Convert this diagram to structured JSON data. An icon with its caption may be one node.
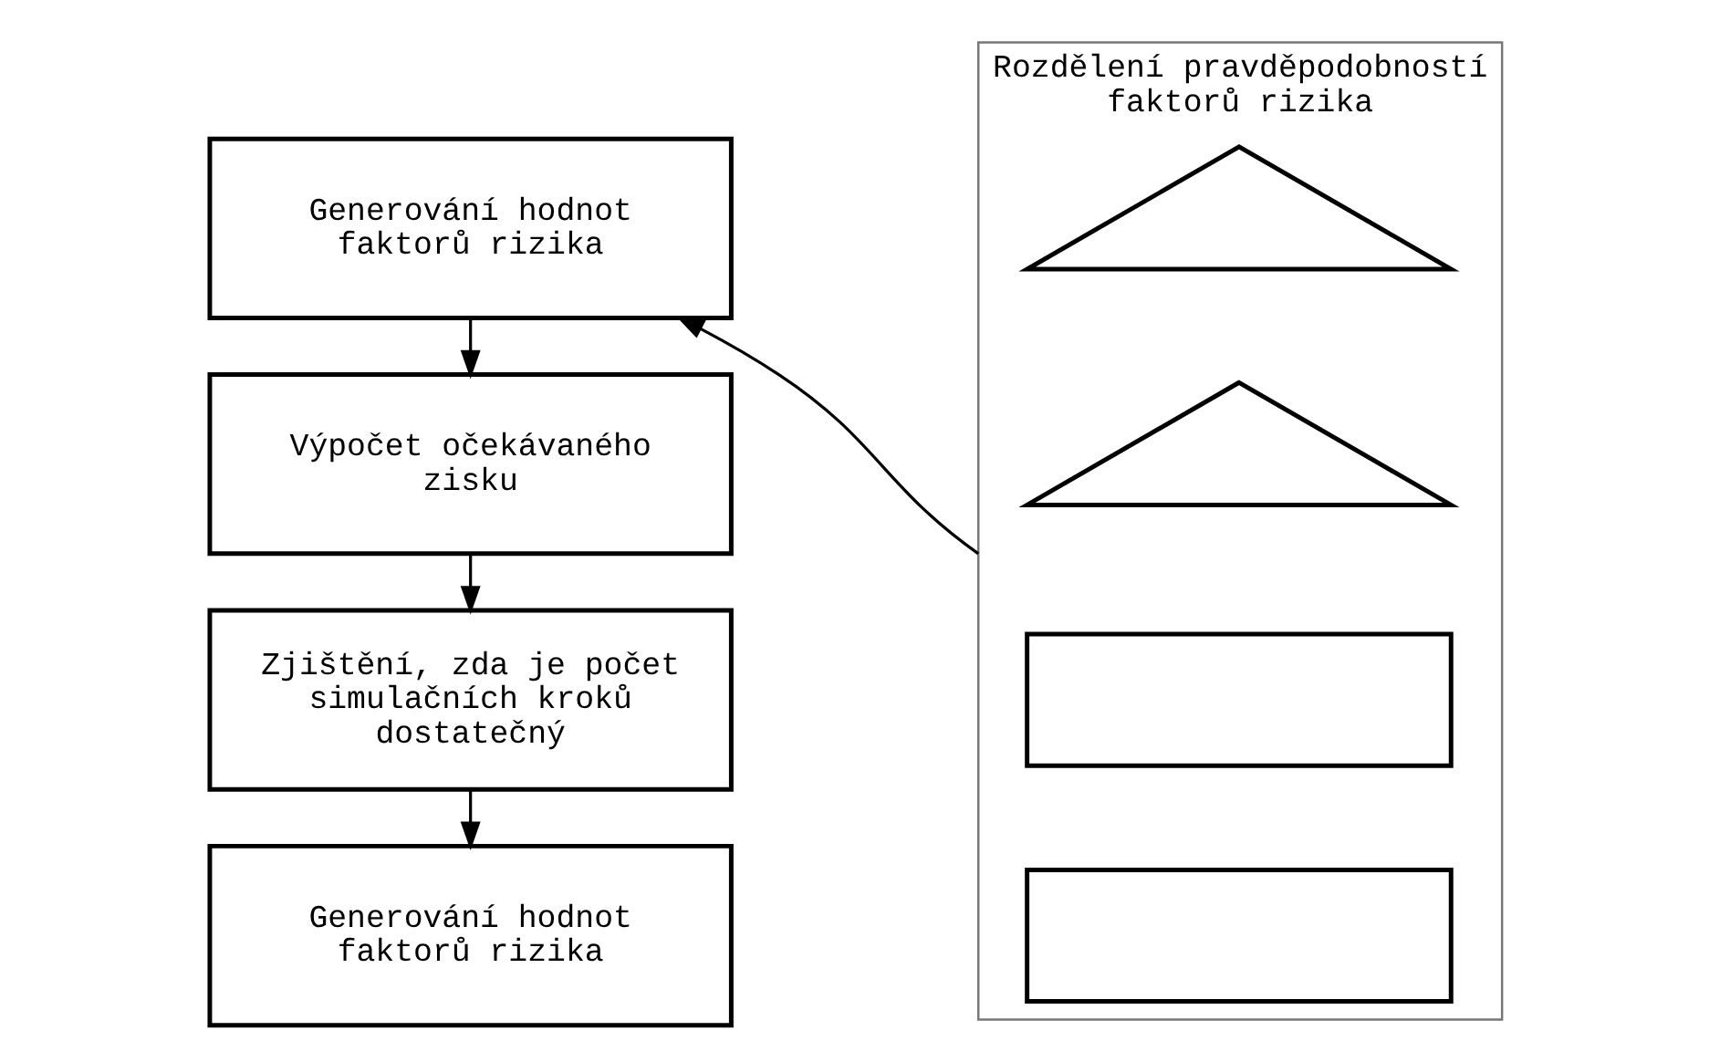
{
  "diagram": {
    "nodes": [
      {
        "text": [
          "Generování hodnot faktorů rizika"
        ]
      },
      {
        "text": [
          "Výpočet očekávaného zisku"
        ]
      },
      {
        "text": [
          "Zjištění, zda je počet simulačních kroků dostatečný"
        ]
      },
      {
        "text": [
          "Generování hodnot faktorů rizika"
        ]
      },
      {
        "text": [
          "Rozdělení pravděpodobností faktorů rizika"
        ]
      },
      {
        "text": [],
        "shape": "triangle",
        "in": 4
      },
      {
        "text": [],
        "shape": "triangle",
        "in": 4
      },
      {
        "text": [],
        "shape": "box",
        "in": 4
      },
      {
        "text": [],
        "shape": "box",
        "in": 4
      }
    ],
    "edges": [
      {
        "from": 0,
        "to": 1,
        "arrow": "to"
      },
      {
        "from": 1,
        "to": 2,
        "arrow": "to"
      },
      {
        "from": 2,
        "to": 3,
        "arrow": "to"
      },
      {
        "from": 4,
        "to": 0,
        "arrow": "to"
      }
    ]
  }
}
